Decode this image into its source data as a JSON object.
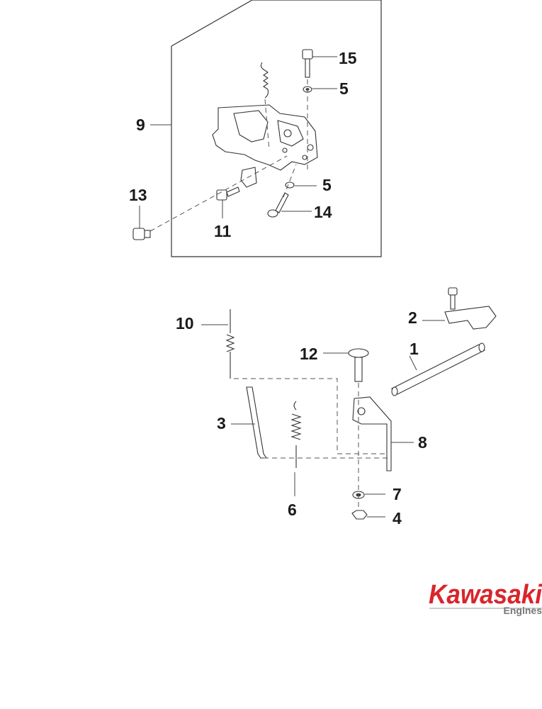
{
  "callouts": {
    "c1": "1",
    "c2": "2",
    "c3": "3",
    "c4": "4",
    "c5a": "5",
    "c5b": "5",
    "c6": "6",
    "c7": "7",
    "c8": "8",
    "c9": "9",
    "c10": "10",
    "c11": "11",
    "c12": "12",
    "c13": "13",
    "c14": "14",
    "c15": "15"
  },
  "logo": {
    "brand": "Kawasaki",
    "sub": "Engines",
    "brand_color": "#d9252b"
  }
}
